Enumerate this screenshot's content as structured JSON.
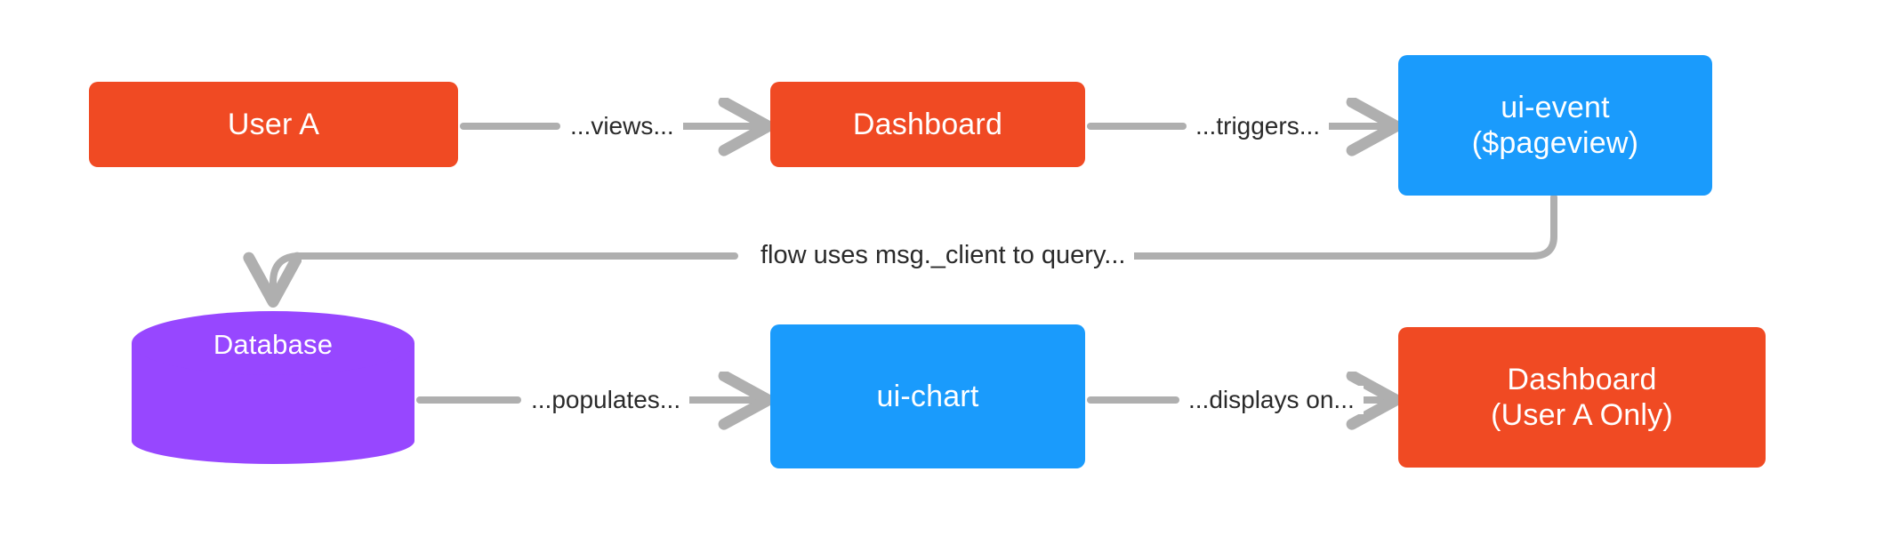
{
  "diagram": {
    "title": "",
    "background": "#ffffff",
    "colors": {
      "orange": "#F04A23",
      "blue": "#1A9BFC",
      "purple": "#9747FF",
      "edge": "#AFAFAF",
      "label_text": "#2a2a2a",
      "node_text": "#ffffff"
    },
    "nodes": [
      {
        "id": "user-a",
        "label_1": "User A",
        "label_2": "",
        "shape": "rect",
        "color": "orange"
      },
      {
        "id": "dashboard",
        "label_1": "Dashboard",
        "label_2": "",
        "shape": "rect",
        "color": "orange"
      },
      {
        "id": "ui-event",
        "label_1": "ui-event",
        "label_2": "($pageview)",
        "shape": "rect",
        "color": "blue"
      },
      {
        "id": "database",
        "label_1": "Database",
        "label_2": "",
        "shape": "cylinder",
        "color": "purple"
      },
      {
        "id": "ui-chart",
        "label_1": "ui-chart",
        "label_2": "",
        "shape": "rect",
        "color": "blue"
      },
      {
        "id": "dashboard-2",
        "label_1": "Dashboard",
        "label_2": "(User A Only)",
        "shape": "rect",
        "color": "orange"
      }
    ],
    "edges": [
      {
        "id": "e1",
        "from": "user-a",
        "to": "dashboard",
        "label": "...views..."
      },
      {
        "id": "e2",
        "from": "dashboard",
        "to": "ui-event",
        "label": "...triggers..."
      },
      {
        "id": "e3",
        "from": "ui-event",
        "to": "database",
        "label": "flow uses msg._client to query..."
      },
      {
        "id": "e4",
        "from": "database",
        "to": "ui-chart",
        "label": "...populates..."
      },
      {
        "id": "e5",
        "from": "ui-chart",
        "to": "dashboard-2",
        "label": "...displays on..."
      }
    ]
  }
}
